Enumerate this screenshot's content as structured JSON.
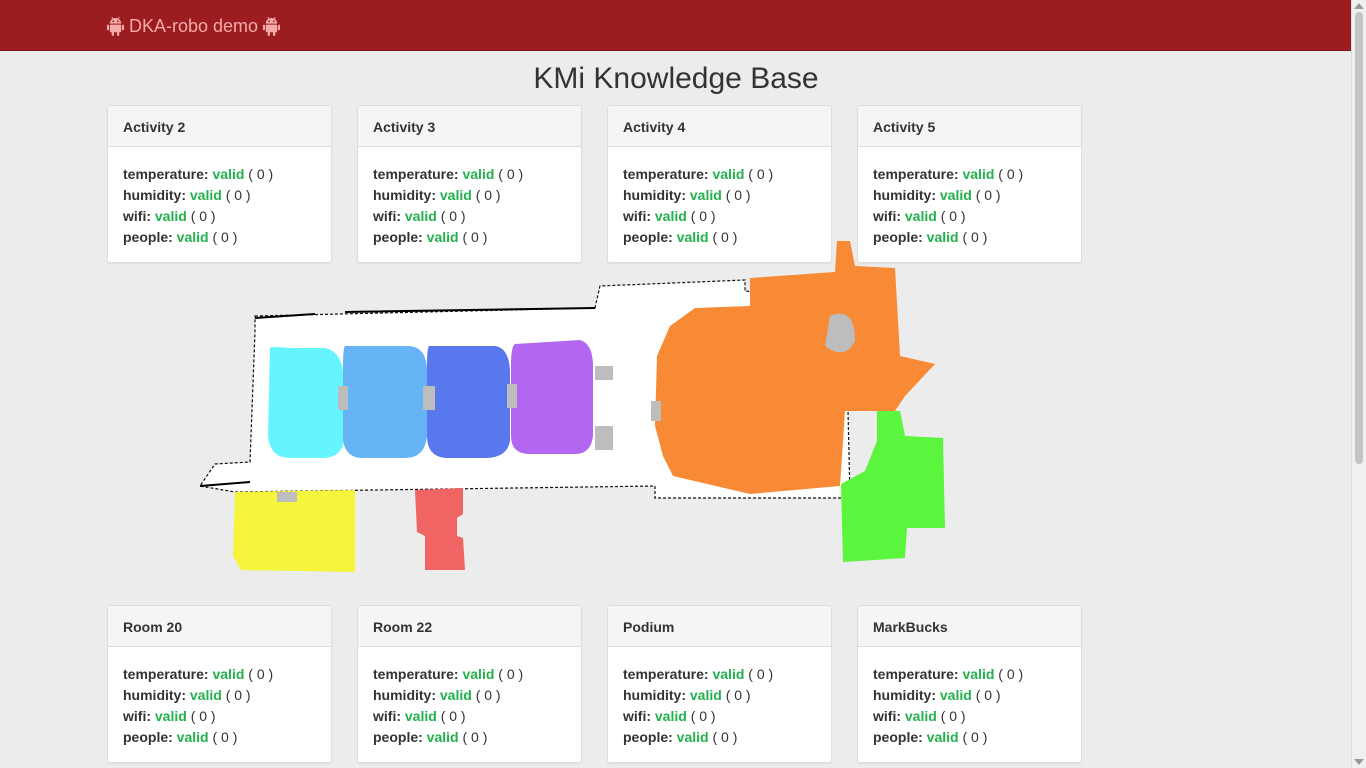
{
  "navbar": {
    "brand": "DKA-robo demo",
    "brand_icon": "android-icon"
  },
  "page_title": "KMi Knowledge Base",
  "status_colors": {
    "valid": "#22b14c"
  },
  "cards": [
    {
      "title": "Activity 2",
      "sensors": [
        {
          "label": "temperature:",
          "status": "valid",
          "count": "( 0 )"
        },
        {
          "label": "humidity:",
          "status": "valid",
          "count": "( 0 )"
        },
        {
          "label": "wifi:",
          "status": "valid",
          "count": "( 0 )"
        },
        {
          "label": "people:",
          "status": "valid",
          "count": "( 0 )"
        }
      ]
    },
    {
      "title": "Activity 3",
      "sensors": [
        {
          "label": "temperature:",
          "status": "valid",
          "count": "( 0 )"
        },
        {
          "label": "humidity:",
          "status": "valid",
          "count": "( 0 )"
        },
        {
          "label": "wifi:",
          "status": "valid",
          "count": "( 0 )"
        },
        {
          "label": "people:",
          "status": "valid",
          "count": "( 0 )"
        }
      ]
    },
    {
      "title": "Activity 4",
      "sensors": [
        {
          "label": "temperature:",
          "status": "valid",
          "count": "( 0 )"
        },
        {
          "label": "humidity:",
          "status": "valid",
          "count": "( 0 )"
        },
        {
          "label": "wifi:",
          "status": "valid",
          "count": "( 0 )"
        },
        {
          "label": "people:",
          "status": "valid",
          "count": "( 0 )"
        }
      ]
    },
    {
      "title": "Activity 5",
      "sensors": [
        {
          "label": "temperature:",
          "status": "valid",
          "count": "( 0 )"
        },
        {
          "label": "humidity:",
          "status": "valid",
          "count": "( 0 )"
        },
        {
          "label": "wifi:",
          "status": "valid",
          "count": "( 0 )"
        },
        {
          "label": "people:",
          "status": "valid",
          "count": "( 0 )"
        }
      ]
    },
    {
      "title": "Room 20",
      "sensors": [
        {
          "label": "temperature:",
          "status": "valid",
          "count": "( 0 )"
        },
        {
          "label": "humidity:",
          "status": "valid",
          "count": "( 0 )"
        },
        {
          "label": "wifi:",
          "status": "valid",
          "count": "( 0 )"
        },
        {
          "label": "people:",
          "status": "valid",
          "count": "( 0 )"
        }
      ]
    },
    {
      "title": "Room 22",
      "sensors": [
        {
          "label": "temperature:",
          "status": "valid",
          "count": "( 0 )"
        },
        {
          "label": "humidity:",
          "status": "valid",
          "count": "( 0 )"
        },
        {
          "label": "wifi:",
          "status": "valid",
          "count": "( 0 )"
        },
        {
          "label": "people:",
          "status": "valid",
          "count": "( 0 )"
        }
      ]
    },
    {
      "title": "Podium",
      "sensors": [
        {
          "label": "temperature:",
          "status": "valid",
          "count": "( 0 )"
        },
        {
          "label": "humidity:",
          "status": "valid",
          "count": "( 0 )"
        },
        {
          "label": "wifi:",
          "status": "valid",
          "count": "( 0 )"
        },
        {
          "label": "people:",
          "status": "valid",
          "count": "( 0 )"
        }
      ]
    },
    {
      "title": "MarkBucks",
      "sensors": [
        {
          "label": "temperature:",
          "status": "valid",
          "count": "( 0 )"
        },
        {
          "label": "humidity:",
          "status": "valid",
          "count": "( 0 )"
        },
        {
          "label": "wifi:",
          "status": "valid",
          "count": "( 0 )"
        },
        {
          "label": "people:",
          "status": "valid",
          "count": "( 0 )"
        }
      ]
    }
  ],
  "map": {
    "room_colors": {
      "activity_2": "#66f5ff",
      "activity_3": "#66b3f5",
      "activity_4": "#5a78ee",
      "activity_5": "#b366f0",
      "room_20": "#f5f53c",
      "room_22": "#f06464",
      "podium": "#f88a35",
      "markbucks": "#5af53c"
    }
  }
}
